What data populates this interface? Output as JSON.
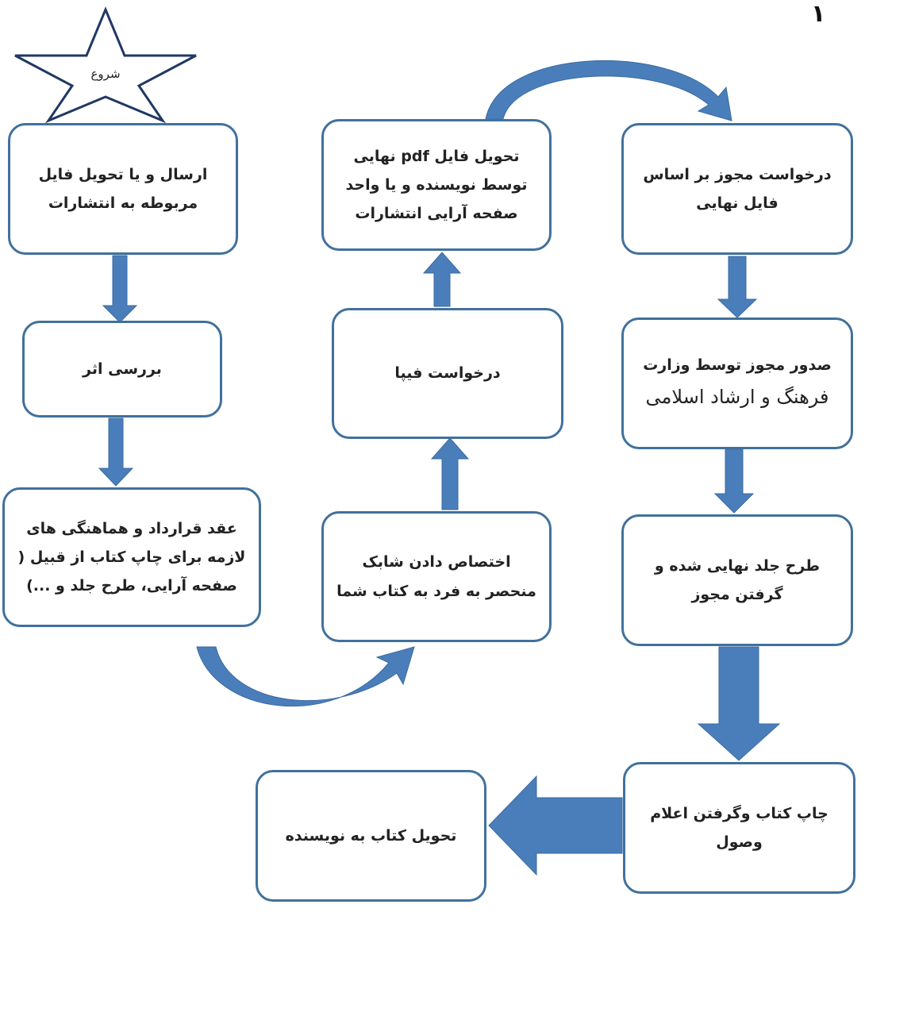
{
  "page_number": "۱",
  "colors": {
    "border": "#41719c",
    "arrow": "#4a7ebb"
  },
  "start": {
    "label": "شروع"
  },
  "steps": [
    {
      "text": "ارسال و یا تحویل فایل مربوطه به انتشارات"
    },
    {
      "text": "بررسی اثر"
    },
    {
      "text": "عقد قرارداد و هماهنگی های لازمه برای چاپ کتاب از قبیل ( صفحه آرایی، طرح جلد و ...)"
    },
    {
      "text": "اختصاص دادن شابک منحصر به فرد به کتاب شما"
    },
    {
      "text": "درخواست فیپا"
    },
    {
      "text": "تحویل فایل pdf نهایی توسط نویسنده و یا واحد صفحه آرایی انتشارات"
    },
    {
      "text": "درخواست مجوز بر اساس فایل نهایی"
    },
    {
      "text": "صدور مجوز توسط وزارت",
      "text2": "فرهنگ و ارشاد اسلامی"
    },
    {
      "text": "طرح جلد نهایی شده و گرفتن مجوز"
    },
    {
      "text": "چاپ کتاب وگرفتن اعلام وصول"
    },
    {
      "text": "تحویل کتاب به نویسنده"
    }
  ]
}
